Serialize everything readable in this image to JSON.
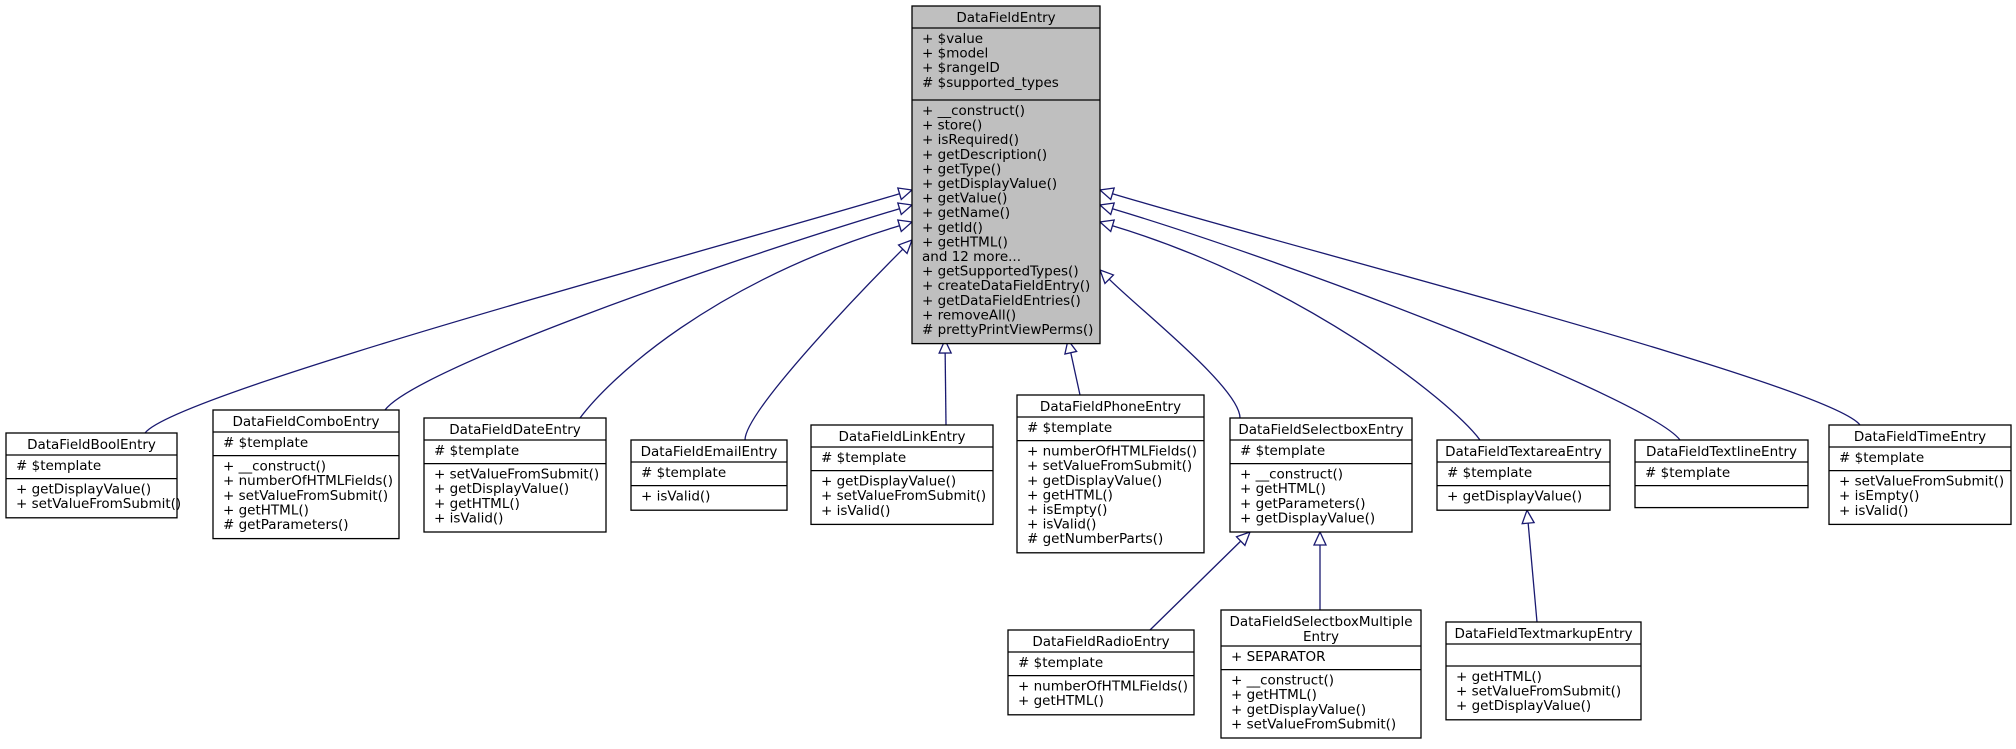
{
  "classes": {
    "root": {
      "name": "DataFieldEntry",
      "attributes": [
        "+ $value",
        "+ $model",
        "+ $rangeID",
        "# $supported_types"
      ],
      "methods": [
        "+ __construct()",
        "+ store()",
        "+ isRequired()",
        "+ getDescription()",
        "+ getType()",
        "+ getDisplayValue()",
        "+ getValue()",
        "+ getName()",
        "+ getId()",
        "+ getHTML()",
        "and 12 more...",
        "+ getSupportedTypes()",
        "+ createDataFieldEntry()",
        "+ getDataFieldEntries()",
        "+ removeAll()",
        "# prettyPrintViewPerms()"
      ]
    },
    "bool": {
      "name": "DataFieldBoolEntry",
      "attributes": [
        "# $template"
      ],
      "methods": [
        "+ getDisplayValue()",
        "+ setValueFromSubmit()"
      ]
    },
    "combo": {
      "name": "DataFieldComboEntry",
      "attributes": [
        "# $template"
      ],
      "methods": [
        "+ __construct()",
        "+ numberOfHTMLFields()",
        "+ setValueFromSubmit()",
        "+ getHTML()",
        "# getParameters()"
      ]
    },
    "date": {
      "name": "DataFieldDateEntry",
      "attributes": [
        "# $template"
      ],
      "methods": [
        "+ setValueFromSubmit()",
        "+ getDisplayValue()",
        "+ getHTML()",
        "+ isValid()"
      ]
    },
    "email": {
      "name": "DataFieldEmailEntry",
      "attributes": [
        "# $template"
      ],
      "methods": [
        "+ isValid()"
      ]
    },
    "link": {
      "name": "DataFieldLinkEntry",
      "attributes": [
        "# $template"
      ],
      "methods": [
        "+ getDisplayValue()",
        "+ setValueFromSubmit()",
        "+ isValid()"
      ]
    },
    "phone": {
      "name": "DataFieldPhoneEntry",
      "attributes": [
        "# $template"
      ],
      "methods": [
        "+ numberOfHTMLFields()",
        "+ setValueFromSubmit()",
        "+ getDisplayValue()",
        "+ getHTML()",
        "+ isEmpty()",
        "+ isValid()",
        "# getNumberParts()"
      ]
    },
    "selectbox": {
      "name": "DataFieldSelectboxEntry",
      "attributes": [
        "# $template"
      ],
      "methods": [
        "+ __construct()",
        "+ getHTML()",
        "+ getParameters()",
        "+ getDisplayValue()"
      ]
    },
    "textarea": {
      "name": "DataFieldTextareaEntry",
      "attributes": [
        "# $template"
      ],
      "methods": [
        "+ getDisplayValue()"
      ]
    },
    "textline": {
      "name": "DataFieldTextlineEntry",
      "attributes": [
        "# $template"
      ],
      "methods": []
    },
    "time": {
      "name": "DataFieldTimeEntry",
      "attributes": [
        "# $template"
      ],
      "methods": [
        "+ setValueFromSubmit()",
        "+ isEmpty()",
        "+ isValid()"
      ]
    },
    "radio": {
      "name": "DataFieldRadioEntry",
      "attributes": [
        "# $template"
      ],
      "methods": [
        "+ numberOfHTMLFields()",
        "+ getHTML()"
      ]
    },
    "multiple": {
      "name": "DataFieldSelectboxMultiple\nEntry",
      "attributes": [
        "+ SEPARATOR"
      ],
      "methods": [
        "+ __construct()",
        "+ getHTML()",
        "+ getDisplayValue()",
        "+ setValueFromSubmit()"
      ]
    },
    "textmarkup": {
      "name": "DataFieldTextmarkupEntry",
      "attributes": [],
      "methods": [
        "+ getHTML()",
        "+ setValueFromSubmit()",
        "+ getDisplayValue()"
      ]
    }
  },
  "inheritance": [
    {
      "child": "bool",
      "parent": "root"
    },
    {
      "child": "combo",
      "parent": "root"
    },
    {
      "child": "date",
      "parent": "root"
    },
    {
      "child": "email",
      "parent": "root"
    },
    {
      "child": "link",
      "parent": "root"
    },
    {
      "child": "phone",
      "parent": "root"
    },
    {
      "child": "selectbox",
      "parent": "root"
    },
    {
      "child": "textarea",
      "parent": "root"
    },
    {
      "child": "textline",
      "parent": "root"
    },
    {
      "child": "time",
      "parent": "root"
    },
    {
      "child": "radio",
      "parent": "selectbox"
    },
    {
      "child": "multiple",
      "parent": "selectbox"
    },
    {
      "child": "textmarkup",
      "parent": "textarea"
    }
  ]
}
